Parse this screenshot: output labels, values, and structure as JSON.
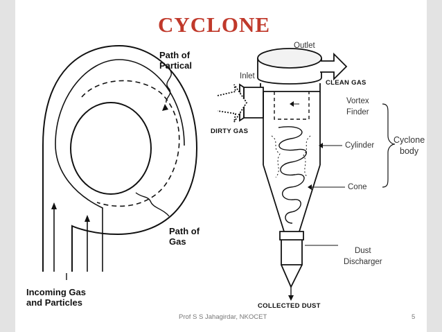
{
  "slide": {
    "title": "CYCLONE",
    "footer_author": "Prof S S Jahagirdar, NKOCET",
    "page_number": "5"
  },
  "left_diagram": {
    "path_of_particle": [
      "Path of",
      "Partical"
    ],
    "path_of_gas": [
      "Path of",
      "Gas"
    ],
    "incoming": [
      "Incoming Gas",
      "and Particles"
    ]
  },
  "right_diagram": {
    "outlet": "Outlet",
    "inlet": "Inlet",
    "clean_gas": "CLEAN GAS",
    "dirty_gas": "DIRTY GAS",
    "collected_dust": "COLLECTED DUST",
    "vortex_finder": [
      "Vortex",
      "Finder"
    ],
    "cylinder": "Cylinder",
    "cone": "Cone",
    "dust_discharger": [
      "Dust",
      "Discharger"
    ],
    "cyclone_body": [
      "Cyclone",
      "body"
    ]
  },
  "colors": {
    "title": "#c0392b",
    "side_strip": "#e3e3e3",
    "ink": "#111111"
  }
}
